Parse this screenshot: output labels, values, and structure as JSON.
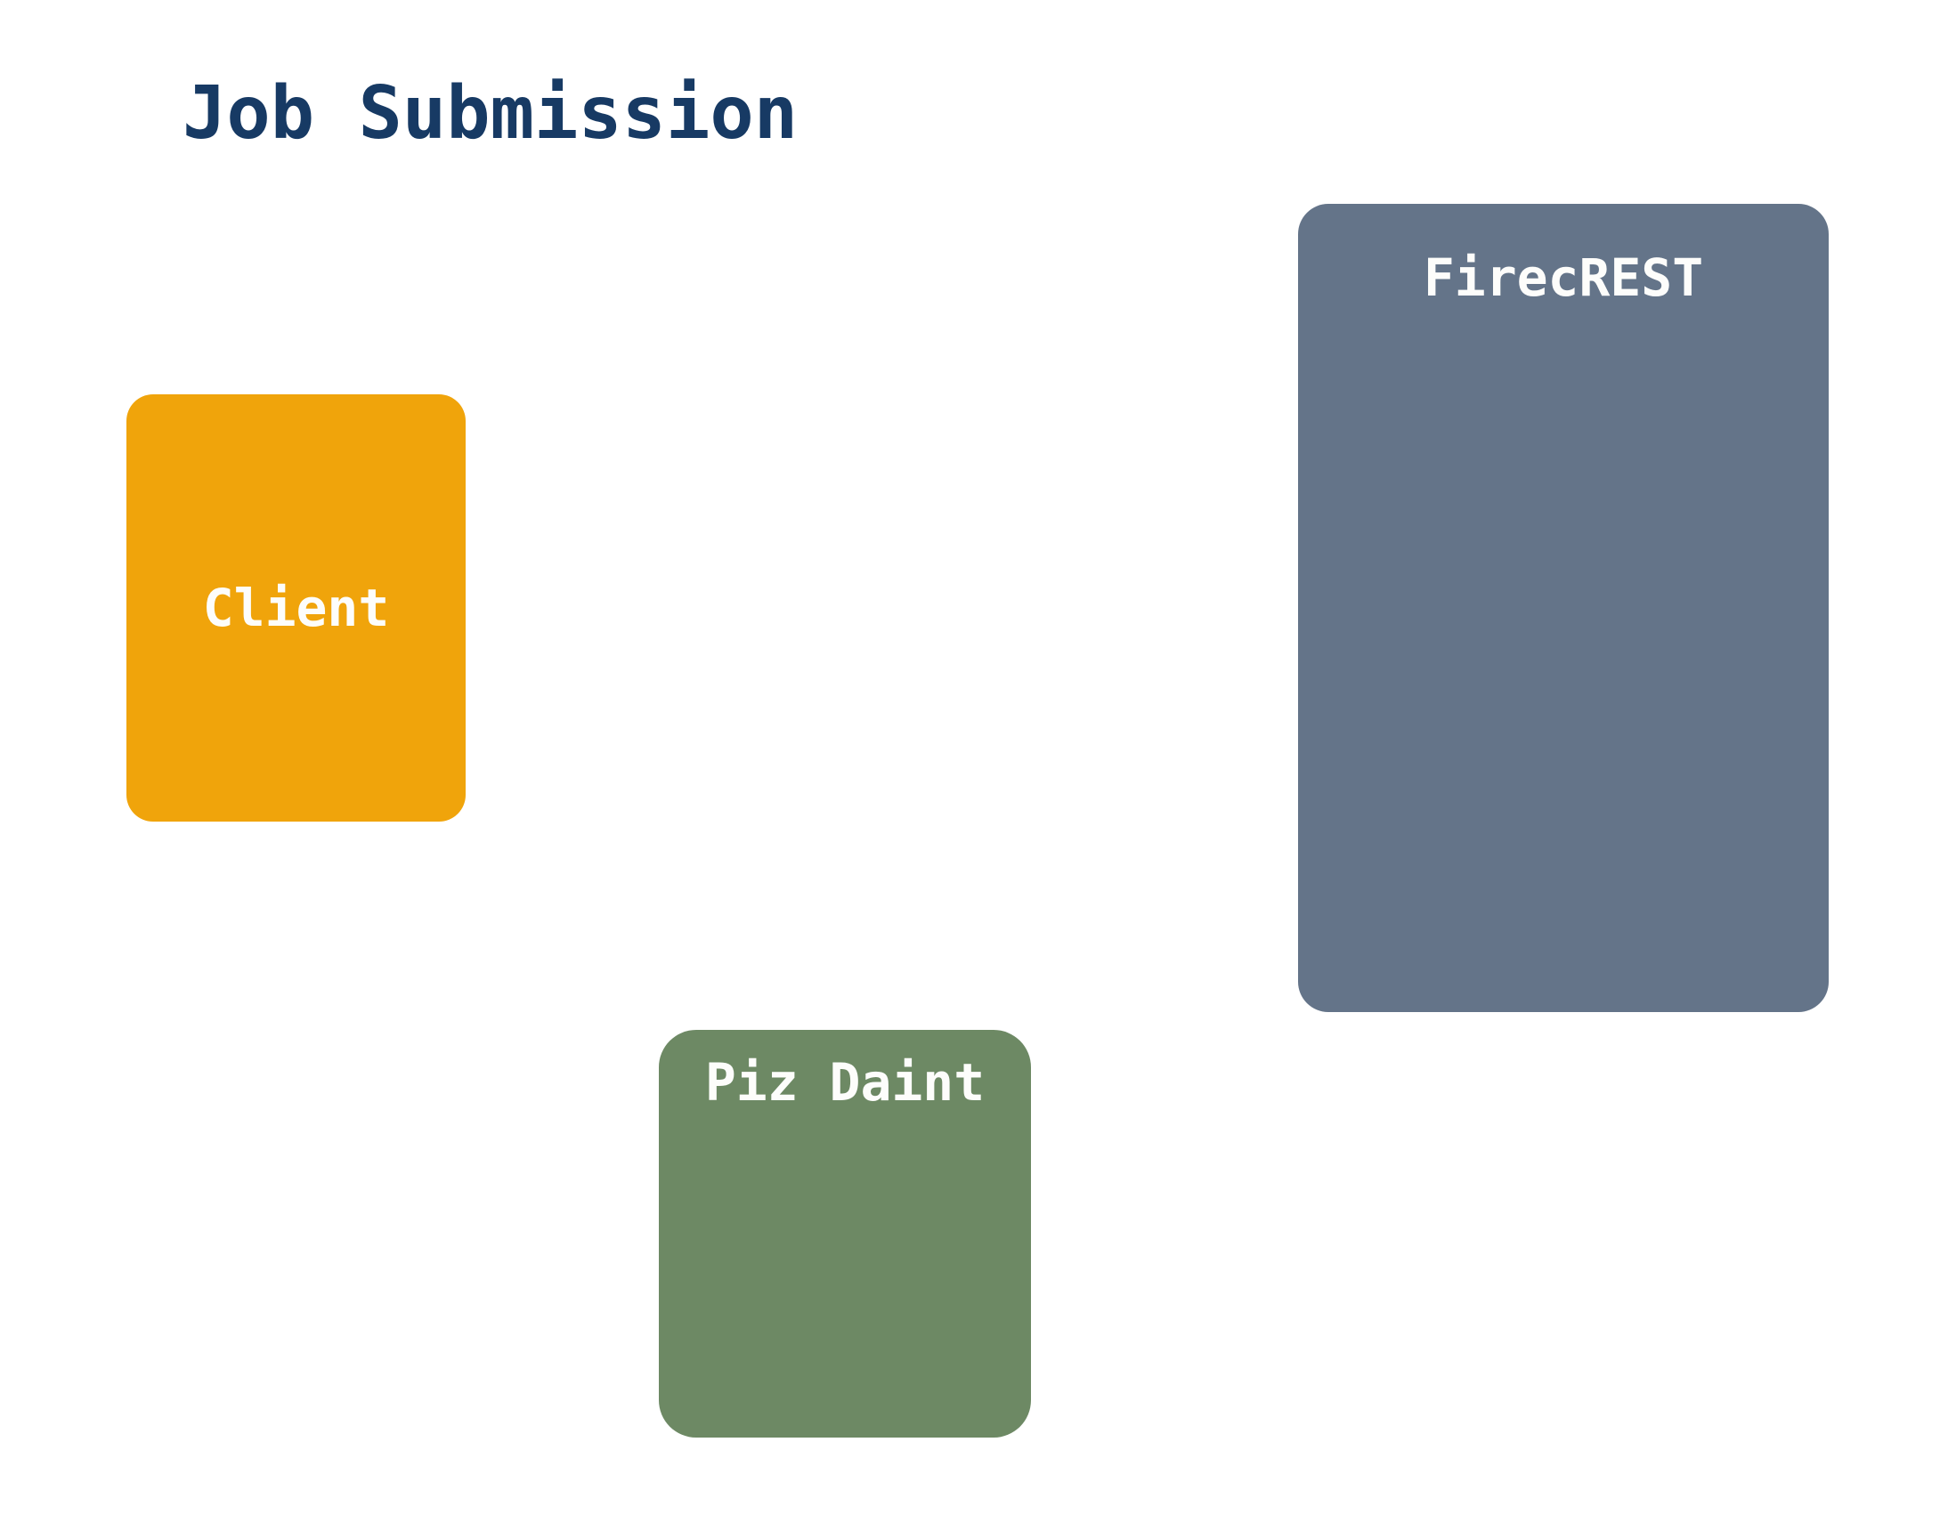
{
  "diagram": {
    "title": "Job Submission",
    "title_color": "#173A64",
    "background_color": "#FFFFFF",
    "nodes": [
      {
        "id": "client",
        "label": "Client",
        "fill_color": "#F0A40B",
        "text_color": "#FDFDFB",
        "label_position": "center"
      },
      {
        "id": "firecrest",
        "label": "FirecREST",
        "fill_color": "#647489",
        "text_color": "#FDFDFB",
        "label_position": "top"
      },
      {
        "id": "piz-daint",
        "label": "Piz Daint",
        "fill_color": "#6D8964",
        "text_color": "#FDFDFB",
        "label_position": "top"
      }
    ]
  }
}
